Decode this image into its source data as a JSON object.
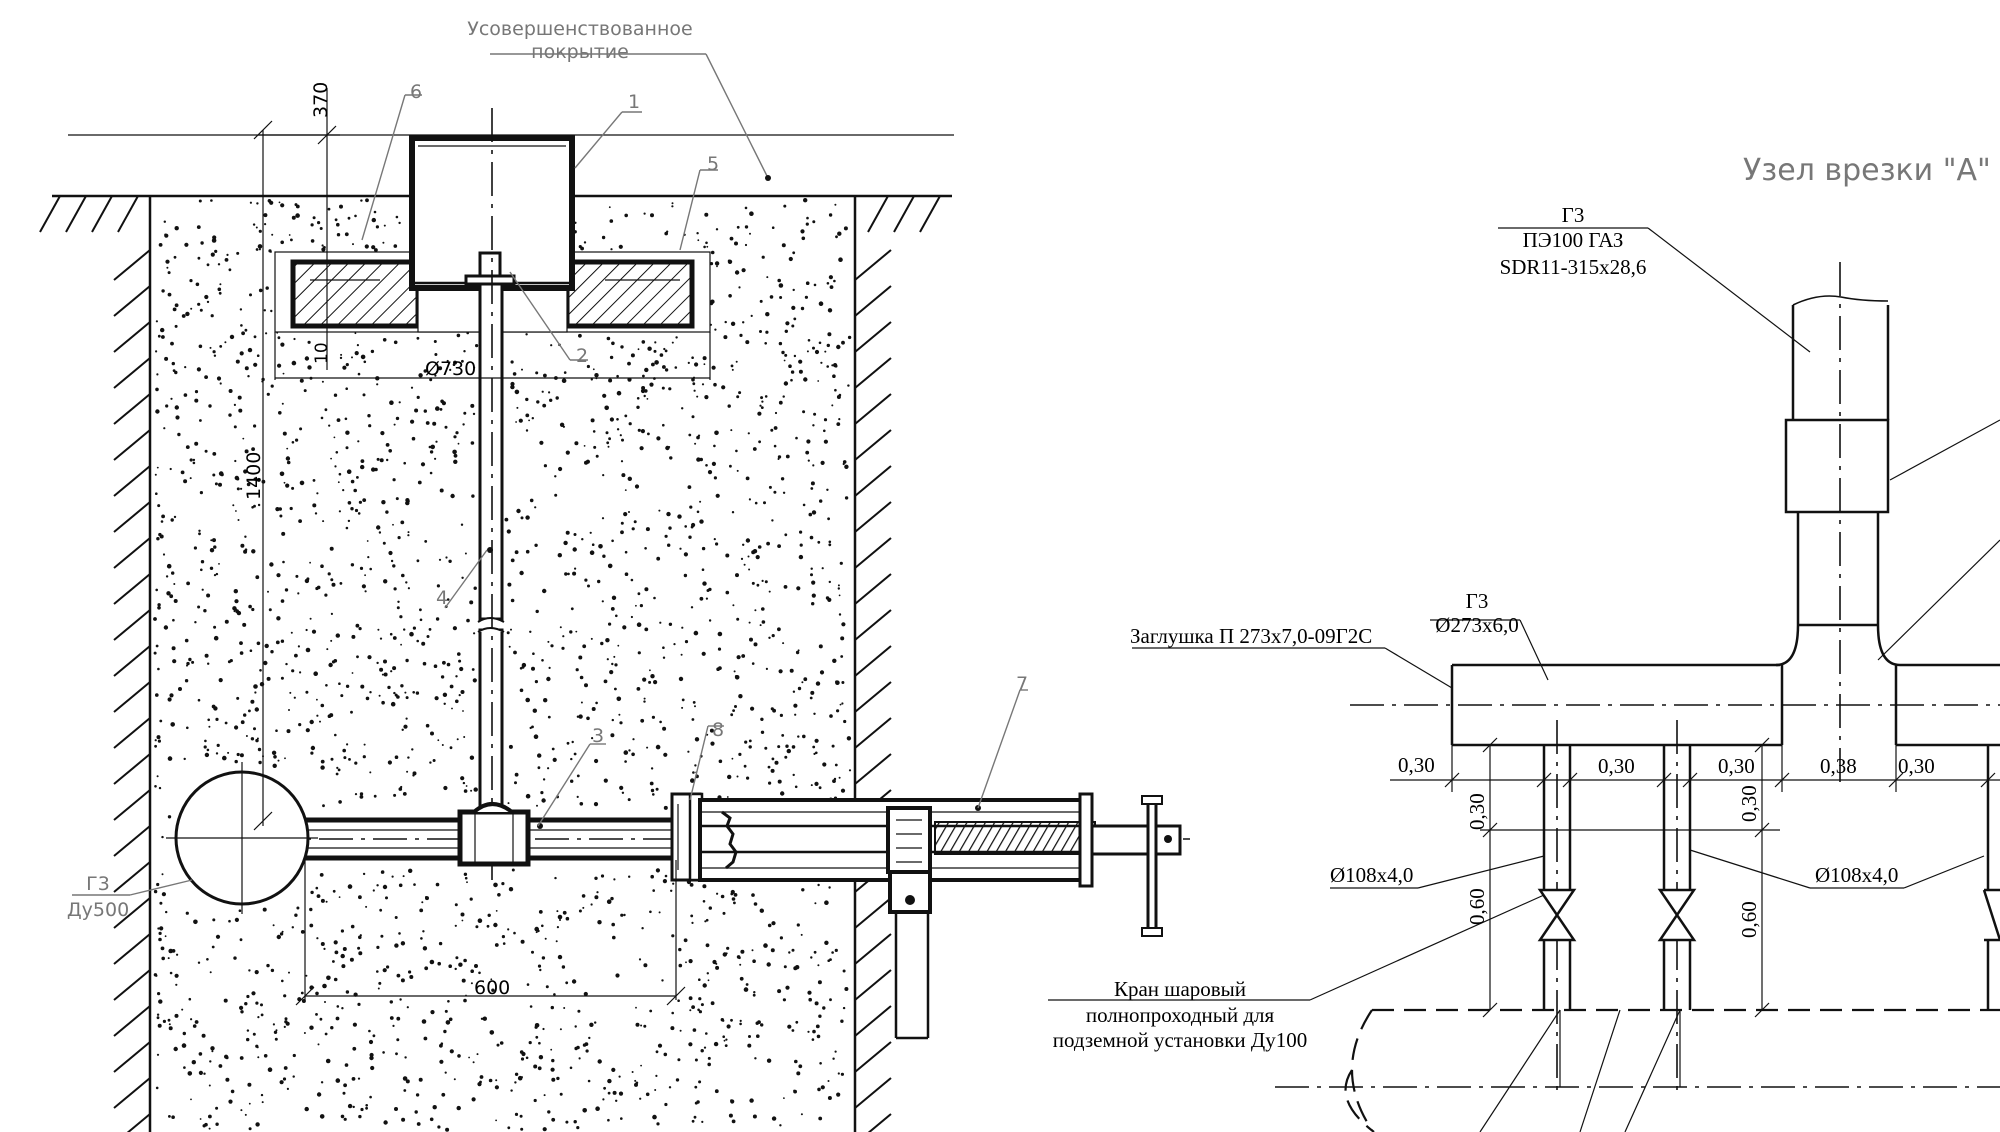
{
  "left_view": {
    "surface_label": [
      "Усовершенствованное",
      "покрытие"
    ],
    "positions": [
      "1",
      "2",
      "3",
      "4",
      "5",
      "6",
      "7",
      "8"
    ],
    "dims": {
      "d370": "370",
      "d10": "10",
      "d730": "Ø730",
      "d1400": "1400",
      "d600": "600"
    },
    "pipe_label": [
      "Г3",
      "Ду500"
    ]
  },
  "right_view": {
    "title": "Узел врезки \"А\"",
    "pe_pipe": [
      "Г3",
      "ПЭ100 ГАЗ",
      "SDR11-315x28,6"
    ],
    "header_pipe": [
      "Г3",
      "Ø273x6,0"
    ],
    "cap_label": "Заглушка П 273х7,0-09Г2С",
    "branch_left": "Ø108x4,0",
    "branch_right": "Ø108x4,0",
    "valve_label": [
      "Кран шаровый",
      "полнопроходный  для",
      "подземной установки Ду100"
    ],
    "dims": {
      "h1": "0,30",
      "h2": "0,30",
      "h3": "0,30",
      "h4": "0,38",
      "h5": "0,30",
      "v1": "0,30",
      "v2": "0,30",
      "v3": "0,60",
      "v4": "0,60"
    }
  }
}
